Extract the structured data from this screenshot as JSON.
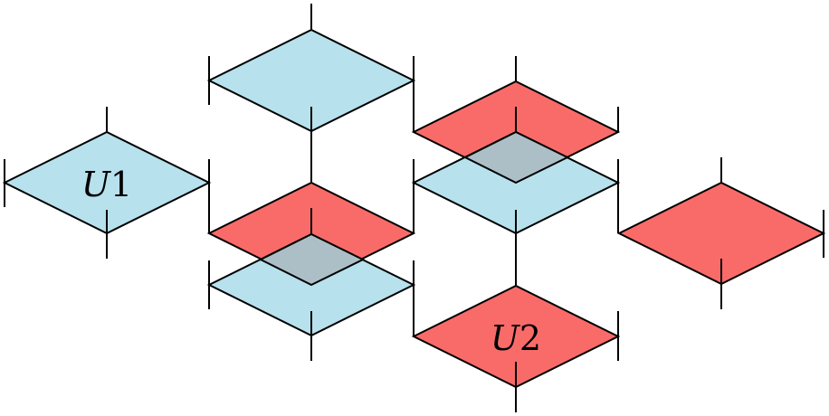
{
  "colors": {
    "blue_tile": "#b7e1ec",
    "red_tile": "#f96b69",
    "overlap": "#acbfc7",
    "line": "#000000",
    "background": "#ffffff"
  },
  "tiles": [
    {
      "id": "tile-u1",
      "color": "blue_tile",
      "label": "U1"
    },
    {
      "id": "tile-top-center",
      "color": "blue_tile"
    },
    {
      "id": "tile-red-top-right",
      "color": "red_tile"
    },
    {
      "id": "tile-blue-mid-right",
      "color": "blue_tile"
    },
    {
      "id": "tile-red-mid-center",
      "color": "red_tile"
    },
    {
      "id": "tile-blue-bottom-center",
      "color": "blue_tile"
    },
    {
      "id": "tile-red-far-right",
      "color": "red_tile"
    },
    {
      "id": "tile-u2",
      "color": "red_tile",
      "label": "U2"
    }
  ],
  "labels": {
    "u1_italic": "U",
    "u1_number": "1",
    "u2_italic": "U",
    "u2_number": "2"
  }
}
